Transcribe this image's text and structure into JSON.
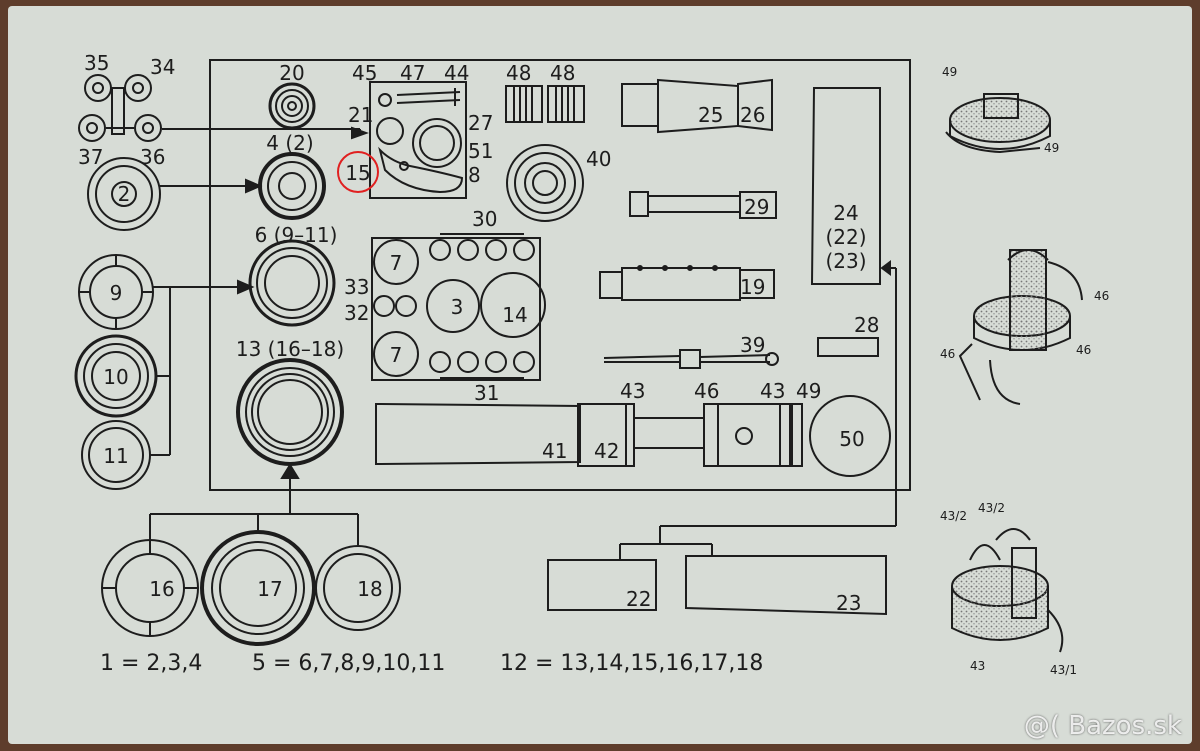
{
  "colors": {
    "paper": "#d7dcd6",
    "ink": "#1d1d1d",
    "highlight": "#e02020",
    "stipple": "#8a8a84"
  },
  "labels": {
    "p35": "35",
    "p34": "34",
    "p37": "37",
    "p36": "36",
    "p2": "2",
    "p9": "9",
    "p10": "10",
    "p11": "11",
    "p16": "16",
    "p17": "17",
    "p18": "18",
    "p20": "20",
    "p45": "45",
    "p47": "47",
    "p44": "44",
    "p48a": "48",
    "p48b": "48",
    "p21": "21",
    "p27": "27",
    "p51": "51",
    "p8": "8",
    "p15": "15",
    "p4_2": "4 (2)",
    "p40": "40",
    "p25": "25",
    "p26": "26",
    "p29": "29",
    "p24": "24",
    "p24a": "(22)",
    "p24b": "(23)",
    "p6": "6 (9–11)",
    "p30": "30",
    "p7a": "7",
    "p7b": "7",
    "p33": "33",
    "p32": "32",
    "p3": "3",
    "p14": "14",
    "p31": "31",
    "p19": "19",
    "p28": "28",
    "p39": "39",
    "p13": "13 (16–18)",
    "p43a": "43",
    "p46": "46",
    "p43b": "43",
    "p49": "49",
    "p41": "41",
    "p42": "42",
    "p50": "50",
    "p22": "22",
    "p23": "23",
    "r49a": "49",
    "r49b": "49",
    "r46a": "46",
    "r46b": "46",
    "r46c": "46",
    "r43_2a": "43/2",
    "r43_2b": "43/2",
    "r43": "43",
    "r43_1": "43/1"
  },
  "legend": {
    "eq1": "1 = 2,3,4",
    "eq5": "5 = 6,7,8,9,10,11",
    "eq12": "12 = 13,14,15,16,17,18"
  },
  "watermark": "@( Bazos.sk"
}
